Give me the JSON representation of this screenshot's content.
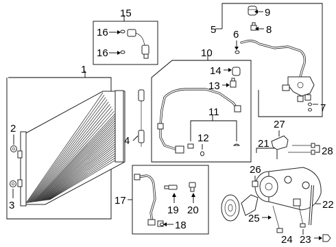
{
  "callouts": {
    "c1": "1",
    "c2": "2",
    "c3": "3",
    "c4": "4",
    "c5": "5",
    "c6": "6",
    "c7": "7",
    "c8": "8",
    "c9": "9",
    "c10": "10",
    "c11": "11",
    "c12": "12",
    "c13": "13",
    "c14": "14",
    "c15": "15",
    "c16a": "16",
    "c16b": "16",
    "c17": "17",
    "c18": "18",
    "c19": "19",
    "c20": "20",
    "c21": "21",
    "c22": "22",
    "c23": "23",
    "c24": "24",
    "c25": "25",
    "c26": "26",
    "c27": "27",
    "c28": "28"
  }
}
